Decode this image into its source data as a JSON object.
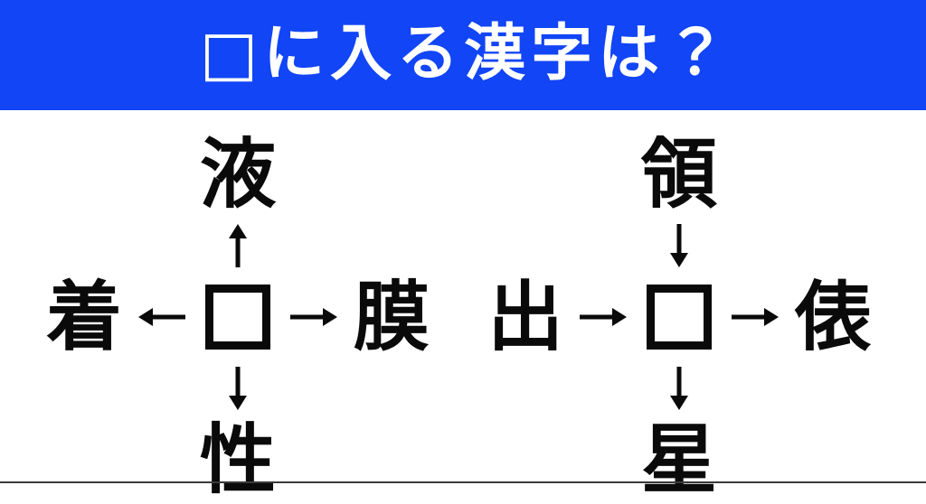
{
  "header": {
    "title": "□に入る漢字は？",
    "background_color": "#1145f5",
    "text_color": "#ffffff"
  },
  "theme": {
    "page_background": "#ffffff",
    "ink_color": "#0a0a0a",
    "divider_color": "#3a3a3a"
  },
  "puzzles": [
    {
      "id": "puzzle-left",
      "center": "□",
      "top": {
        "kanji": "液",
        "arrow": "up",
        "glyph": "↑"
      },
      "left": {
        "kanji": "着",
        "arrow": "left",
        "glyph": "←"
      },
      "right": {
        "kanji": "膜",
        "arrow": "right",
        "glyph": "→"
      },
      "bottom": {
        "kanji": "性",
        "arrow": "down",
        "glyph": "↓"
      }
    },
    {
      "id": "puzzle-right",
      "center": "□",
      "top": {
        "kanji": "領",
        "arrow": "down",
        "glyph": "↓"
      },
      "left": {
        "kanji": "出",
        "arrow": "right",
        "glyph": "→"
      },
      "right": {
        "kanji": "俵",
        "arrow": "right",
        "glyph": "→"
      },
      "bottom": {
        "kanji": "星",
        "arrow": "down",
        "glyph": "↓"
      }
    }
  ]
}
